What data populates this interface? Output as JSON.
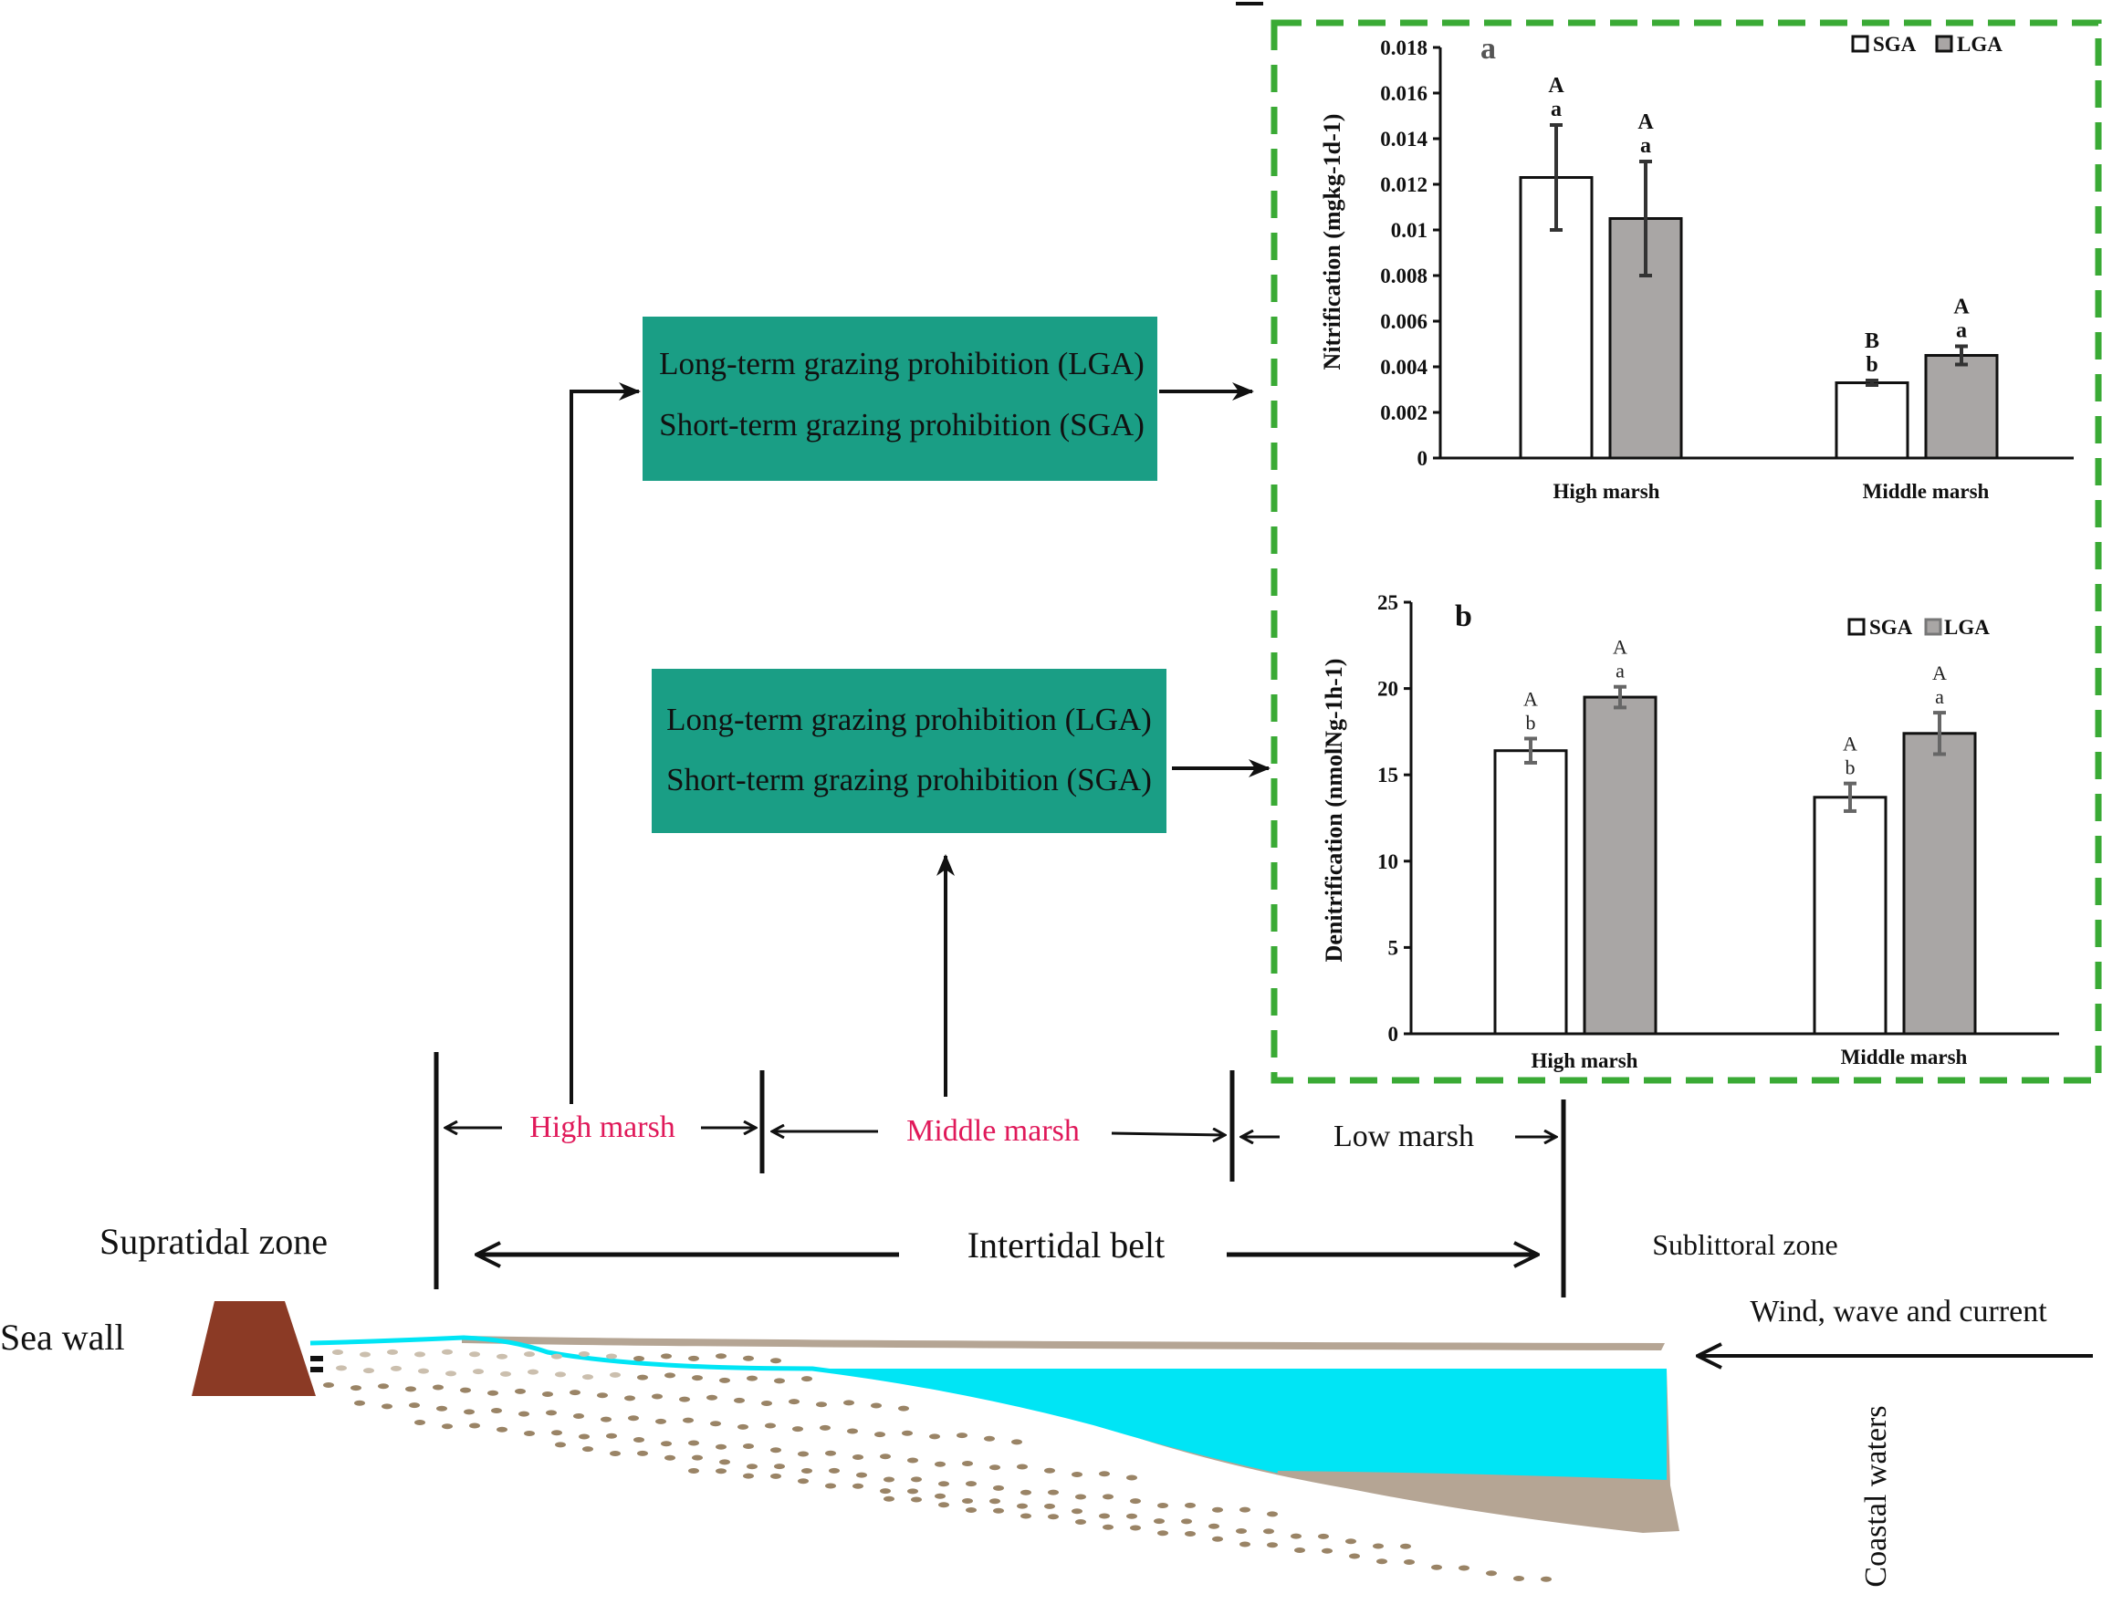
{
  "boxes": {
    "top": {
      "line1": "Long-term grazing prohibition (LGA)",
      "line2": "Short-term grazing prohibition (SGA)"
    },
    "bottom": {
      "line1": "Long-term grazing prohibition (LGA)",
      "line2": "Short-term grazing prohibition (SGA)"
    },
    "fill": "#1a9e85"
  },
  "zones": {
    "high_marsh": "High marsh",
    "middle_marsh": "Middle marsh",
    "low_marsh": "Low marsh",
    "supratidal": "Supratidal zone",
    "intertidal": "Intertidal belt",
    "sublittoral": "Sublittoral zone",
    "sea_wall": "Sea wall",
    "wind": "Wind, wave and current",
    "coastal_waters": "Coastal waters"
  },
  "colors": {
    "pink_label": "#e0195a",
    "dash_border": "#3aaa35",
    "water": "#00e5f5",
    "sediment": "#b5a594",
    "sea_wall": "#8b3a25",
    "sgA_bar": "#ffffff",
    "lga_bar": "#a9a6a5"
  },
  "chart_data": [
    {
      "panel": "a",
      "type": "bar",
      "ylabel": "Nitrification (mgkg-1d-1)",
      "categories": [
        "High marsh",
        "Middle marsh"
      ],
      "ylim": [
        0,
        0.018
      ],
      "yticks": [
        "0",
        "0.002",
        "0.004",
        "0.006",
        "0.008",
        "0.01",
        "0.012",
        "0.014",
        "0.016",
        "0.018"
      ],
      "legend_position": "top-right",
      "series": [
        {
          "name": "SGA",
          "values": [
            0.0123,
            0.0033
          ],
          "errors": [
            0.0023,
            0.0001
          ],
          "upper": [
            "A",
            "B"
          ],
          "lower": [
            "a",
            "b"
          ]
        },
        {
          "name": "LGA",
          "values": [
            0.0105,
            0.0045
          ],
          "errors": [
            0.0025,
            0.0004
          ],
          "upper": [
            "A",
            "A"
          ],
          "lower": [
            "a",
            "a"
          ]
        }
      ]
    },
    {
      "panel": "b",
      "type": "bar",
      "ylabel": "Denitrification (nmolNg-1h-1)",
      "categories": [
        "High marsh",
        "Middle marsh"
      ],
      "ylim": [
        0,
        25
      ],
      "yticks": [
        "0",
        "5",
        "10",
        "15",
        "20",
        "25"
      ],
      "legend_position": "top-right",
      "series": [
        {
          "name": "SGA",
          "values": [
            16.4,
            13.7
          ],
          "errors": [
            0.7,
            0.8
          ],
          "upper": [
            "A",
            "A"
          ],
          "lower": [
            "b",
            "b"
          ]
        },
        {
          "name": "LGA",
          "values": [
            19.5,
            17.4
          ],
          "errors": [
            0.6,
            1.2
          ],
          "upper": [
            "A",
            "A"
          ],
          "lower": [
            "a",
            "a"
          ]
        }
      ]
    }
  ]
}
